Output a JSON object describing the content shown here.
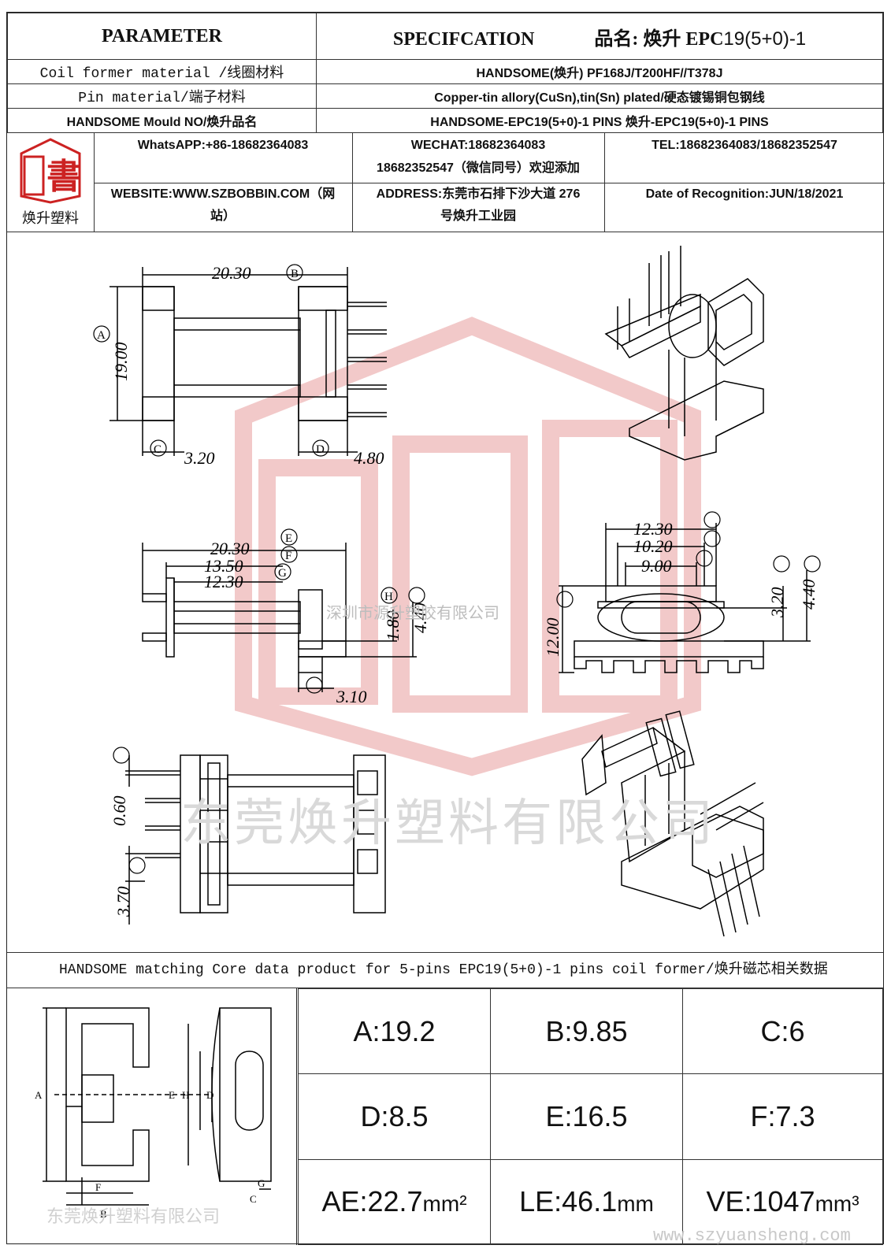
{
  "header": {
    "parameter": "PARAMETER",
    "specification": "SPECIFCATION",
    "product_label": "品名: 焕升 EPC",
    "product_code": "19(5+0)-1"
  },
  "rows": [
    {
      "label": "Coil former material /线圈材料",
      "value": "HANDSOME(焕升)   PF168J/T200HF//T378J"
    },
    {
      "label": "Pin material/端子材料",
      "value": "Copper-tin allory(CuSn),tin(Sn) plated/硬态镀锡铜包钢线"
    },
    {
      "label": "HANDSOME Mould NO/焕升品名",
      "value": "HANDSOME-EPC19(5+0)-1 PINS    焕升-EPC19(5+0)-1 PINS"
    }
  ],
  "contact": {
    "logo_text": "焕升塑料",
    "logo_glyph": "書",
    "whatsapp": "WhatsAPP:+86-18682364083",
    "wechat_line1": "WECHAT:18682364083",
    "wechat_line2": "18682352547（微信同号）欢迎添加",
    "tel": "TEL:18682364083/18682352547",
    "website_line1": "WEBSITE:WWW.SZBOBBIN.COM（网",
    "website_line2": "站）",
    "address_line1": "ADDRESS:东莞市石排下沙大道 276",
    "address_line2": "号焕升工业园",
    "date": "Date of Recognition:JUN/18/2021"
  },
  "drawing": {
    "dims": {
      "B": "20.30",
      "A": "19.00",
      "C": "3.20",
      "D": "4.80",
      "E": "20.30",
      "F": "13.50",
      "G": "12.30",
      "H": "1.80",
      "I": "4.40",
      "J": "3.10",
      "K": "12.30",
      "L": "10.20",
      "M": "9.00",
      "N": "12.00",
      "O": "3.20",
      "P": "4.40",
      "Q": "0.60",
      "R": "3.70"
    },
    "watermark_small": "深圳市源升塑胶有限公司",
    "watermark_big": "东莞焕升塑料有限公司"
  },
  "core_bar": "HANDSOME matching Core data  product for 5-pins EPC19(5+0)-1 pins coil former/焕升磁芯相关数据",
  "core_values": [
    [
      {
        "t": "A:19.2"
      },
      {
        "t": "B:9.85"
      },
      {
        "t": "C:6"
      }
    ],
    [
      {
        "t": "D:8.5"
      },
      {
        "t": "E:16.5"
      },
      {
        "t": "F:7.3"
      }
    ],
    [
      {
        "t": "AE:22.7",
        "u": "mm²"
      },
      {
        "t": "LE:46.1",
        "u": "mm"
      },
      {
        "t": "VE:1047",
        "u": "mm³"
      }
    ]
  ],
  "core_labels": {
    "A": "A",
    "B": "B",
    "C": "C",
    "D": "D",
    "E": "E",
    "F": "F",
    "G": "G",
    "H": "H"
  },
  "core_watermark": "东莞焕升塑料有限公司",
  "site_watermark": "www.szyuansheng.com"
}
